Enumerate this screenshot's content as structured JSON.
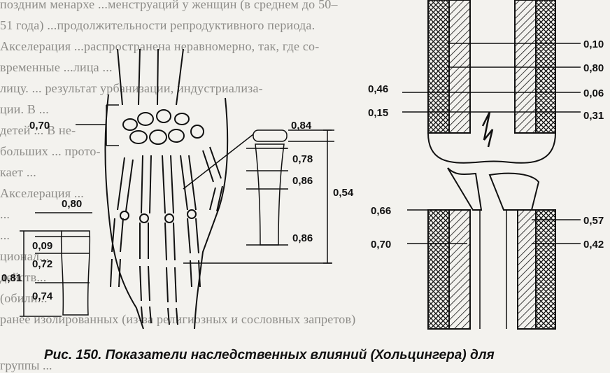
{
  "background_lines": [
    "поздним менархе ...менструаций у женщин (в среднем до 50–",
    "51 года) ...продолжительности репродуктивного периода.",
    "Акселерация ...распространена неравномерно, так, где со-",
    "временные ...лица ...",
    "лицу. ... результат урбанизации, индустриализа-",
    "ции. В ...",
    "детей ... В не-",
    "больших ... прото-",
    "кает ...",
    "Акселерация ...",
    "... ",
    "... ",
    "ционал... ",
    "действ... ",
    "(обили... ",
    "ранее изолированных (из-за религиозных и сословных запретов)"
  ],
  "hand_labels": {
    "wrist": "0,70",
    "phalanx_head": "0,84",
    "phalanx_upper": "0,78",
    "phalanx_mid": "0,86",
    "phalanx_total": "0,54",
    "phalanx_base": "0,86",
    "small_top": "0,80",
    "small_a": "0,09",
    "small_b": "0,72",
    "small_total": "0,81",
    "small_c": "0,74"
  },
  "knee_labels": {
    "r1": "0,10",
    "r2": "0,80",
    "l1": "0,46",
    "r3": "0,06",
    "l2": "0,15",
    "r4": "0,31",
    "l3": "0,66",
    "r5": "0,57",
    "l4": "0,70",
    "r6": "0,42"
  },
  "caption": "Рис. 150. Показатели наследственных влияний (Хольцингера) для",
  "caption_under": "группы ..."
}
